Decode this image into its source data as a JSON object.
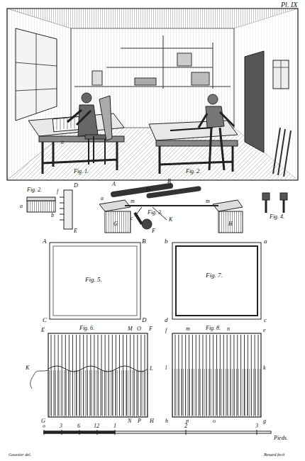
{
  "diagram": {
    "labels": [
      "Pl. IX",
      "a",
      "Fig. 1.",
      "Fig. 2.",
      "Fig. 2.",
      "a",
      "b",
      "D",
      "E",
      "f",
      "A",
      "B",
      "D",
      "a",
      "m",
      "m",
      "Fig. 3.",
      "G",
      "F",
      "c",
      "K",
      "H",
      "Fig. 4.",
      "A",
      "B",
      "C",
      "D",
      "Fig. 5.",
      "b",
      "a",
      "d",
      "c",
      "Fig. 7.",
      "Fig. 6.",
      "E",
      "M",
      "O",
      "F",
      "K",
      "L",
      "G",
      "N",
      "P",
      "H",
      "Fig. 8.",
      "f",
      "m",
      "n",
      "e",
      "l",
      "k",
      "h",
      "p",
      "o",
      "g",
      "o",
      "3",
      "6",
      "12",
      "1",
      "2",
      "3",
      "Pieds.",
      "Goussier del.",
      "Benard fecit"
    ]
  }
}
